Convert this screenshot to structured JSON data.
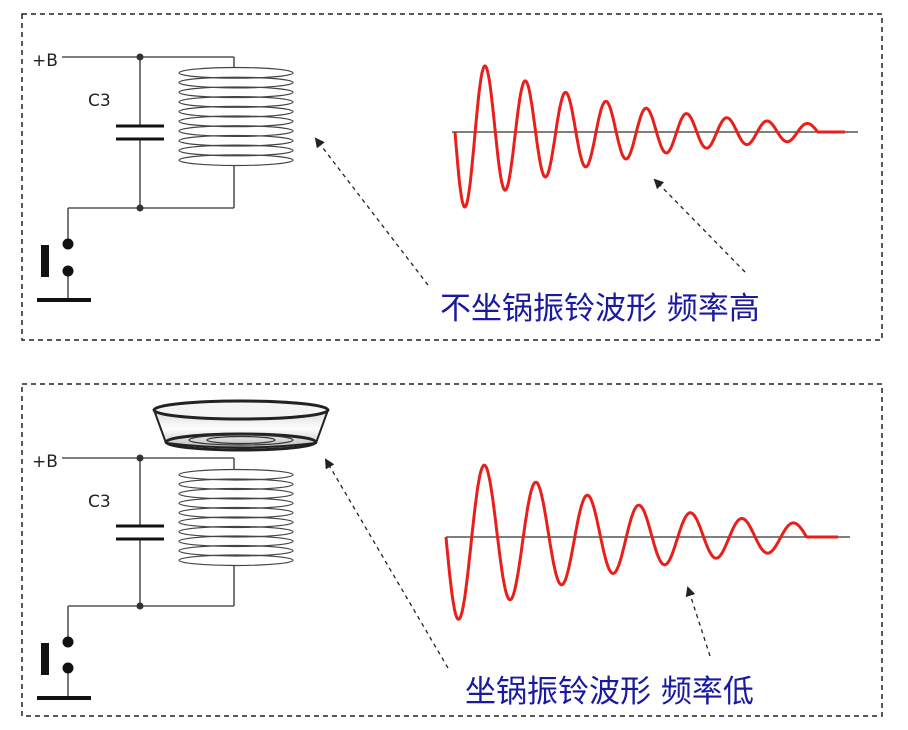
{
  "panels": [
    {
      "id": "top",
      "supply_label": "+B",
      "capacitor_label": "C3",
      "caption": "不坐锅振铃波形 频率高",
      "has_pot": false,
      "waveform": {
        "cycles": 9,
        "decay": "fast"
      }
    },
    {
      "id": "bottom",
      "supply_label": "+B",
      "capacitor_label": "C3",
      "caption": "坐锅振铃波形 频率低",
      "has_pot": true,
      "waveform": {
        "cycles": 7,
        "decay": "slow"
      }
    }
  ],
  "colors": {
    "waveform": "#e8201c",
    "caption": "#1a1aa0",
    "line": "#404040",
    "frame": "#222222"
  }
}
